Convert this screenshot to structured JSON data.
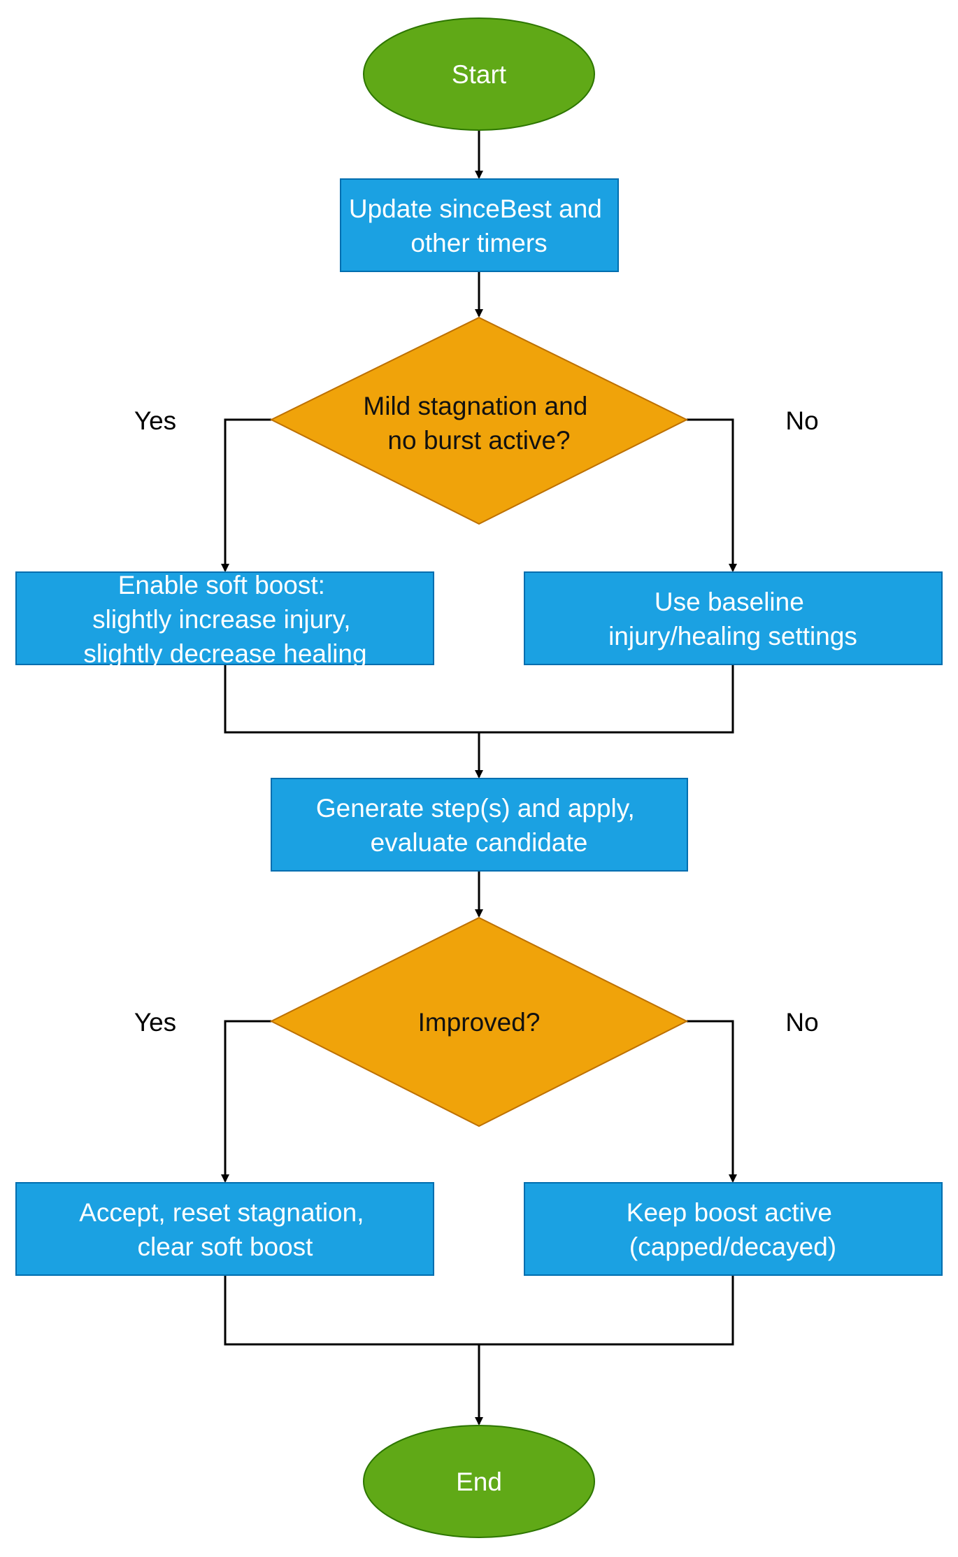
{
  "nodes": {
    "start": "Start",
    "update_timers": [
      "Update sinceBest and",
      "other timers"
    ],
    "decision_stagnation": [
      "Mild stagnation and",
      "no burst active?"
    ],
    "soft_boost": [
      "Enable soft boost:",
      "slightly increase injury,",
      "slightly decrease healing"
    ],
    "baseline": [
      "Use baseline",
      "injury/healing settings"
    ],
    "generate": [
      "Generate step(s) and apply,",
      "evaluate candidate"
    ],
    "decision_improved": "Improved?",
    "accept": [
      "Accept, reset stagnation,",
      "clear soft boost"
    ],
    "keep_boost": [
      "Keep boost active",
      "(capped/decayed)"
    ],
    "end": "End"
  },
  "edge_labels": {
    "stagnation_yes": "Yes",
    "stagnation_no": "No",
    "improved_yes": "Yes",
    "improved_no": "No"
  },
  "colors": {
    "terminal_fill": "#60a917",
    "terminal_stroke": "#2d7600",
    "process_fill": "#1ba1e2",
    "process_stroke": "#006eaf",
    "decision_fill": "#f0a30a",
    "decision_stroke": "#bd7000"
  }
}
